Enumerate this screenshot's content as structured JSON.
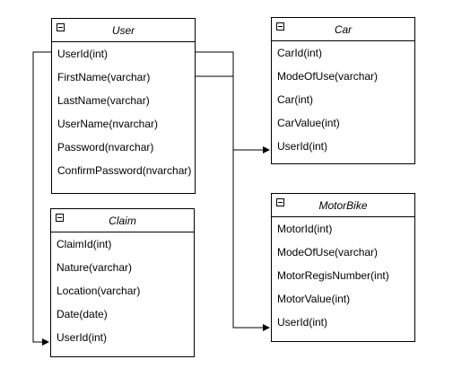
{
  "entities": {
    "user": {
      "title": "User",
      "fields": [
        "UserId(int)",
        "FirstName(varchar)",
        "LastName(varchar)",
        "UserName(nvarchar)",
        "Password(nvarchar)",
        "ConfirmPassword(nvarchar)"
      ]
    },
    "car": {
      "title": "Car",
      "fields": [
        "CarId(int)",
        "ModeOfUse(varchar)",
        "Car(int)",
        "CarValue(int)",
        "UserId(int)"
      ]
    },
    "claim": {
      "title": "Claim",
      "fields": [
        "ClaimId(int)",
        "Nature(varchar)",
        "Location(varchar)",
        "Date(date)",
        "UserId(int)"
      ]
    },
    "motorbike": {
      "title": "MotorBike",
      "fields": [
        "MotorId(int)",
        "ModeOfUse(varchar)",
        "MotorRegisNumber(int)",
        "MotorValue(int)",
        "UserId(int)"
      ]
    }
  },
  "colors": {
    "line": "#000000",
    "background": "#ffffff"
  }
}
